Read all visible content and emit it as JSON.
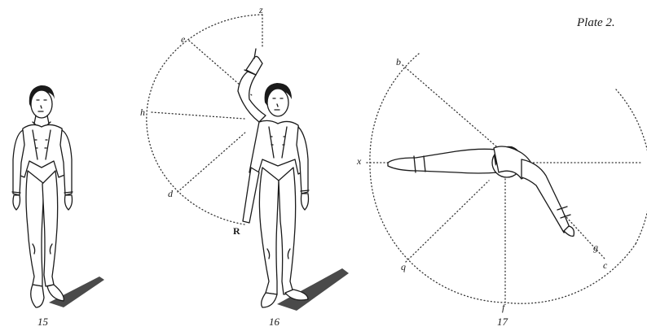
{
  "plate_title": "Plate 2.",
  "figures": [
    {
      "number": "15"
    },
    {
      "number": "16",
      "points": {
        "z": "z",
        "e": "e",
        "h": "h",
        "d": "d",
        "R": "R"
      }
    },
    {
      "number": "17",
      "points": {
        "b": "b",
        "x": "x",
        "q": "q",
        "f": "f",
        "c": "c",
        "g": "g"
      }
    }
  ]
}
